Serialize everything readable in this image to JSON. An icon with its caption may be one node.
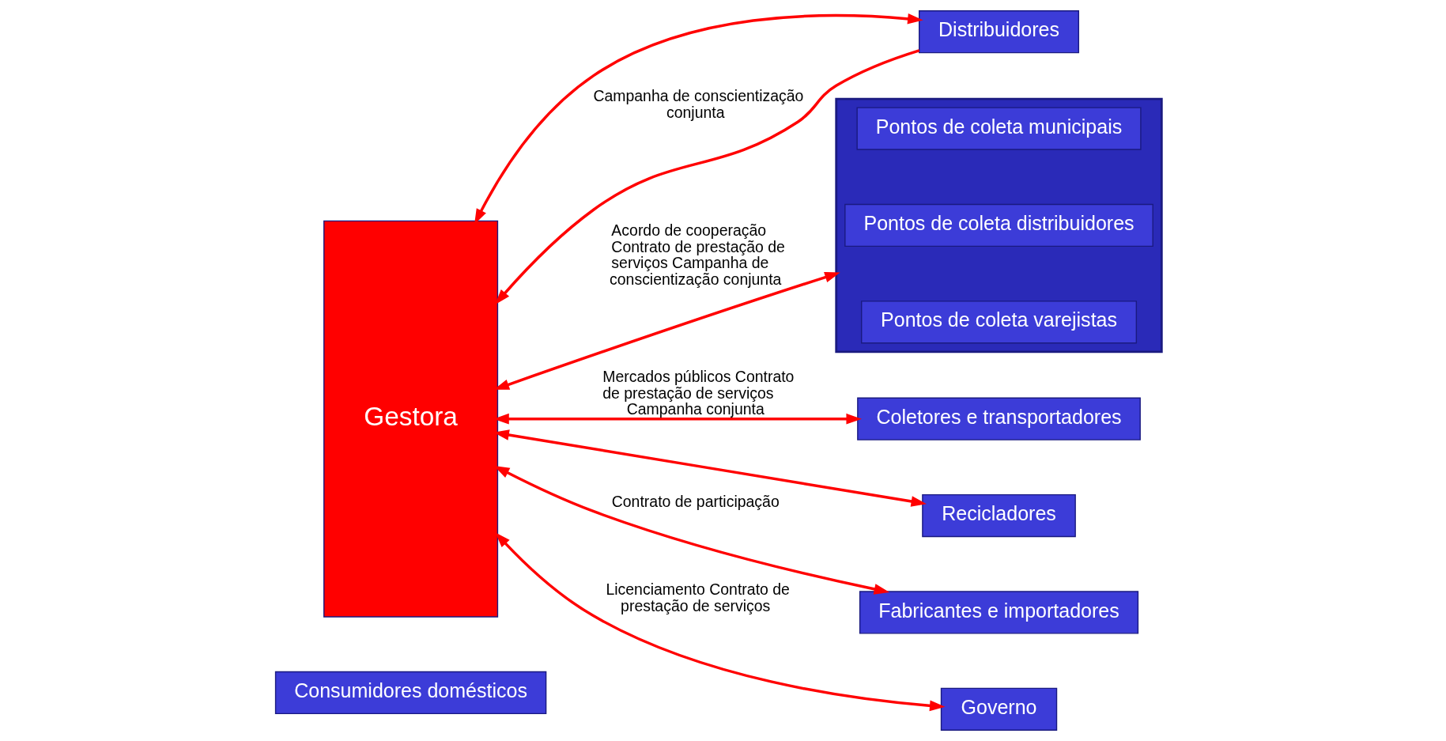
{
  "diagram": {
    "nodes": [
      {
        "text": [
          "Consumidores domésticos"
        ]
      },
      {
        "text": [],
        "shape": "box"
      },
      {
        "text": [
          "Pontos de coleta municipais"
        ],
        "in": 1
      },
      {
        "text": [
          "Pontos de coleta distribuidores"
        ],
        "in": 1
      },
      {
        "text": [
          "Pontos de coleta varejistas"
        ],
        "in": 1
      },
      {
        "text": [
          "Coletores e transportadores"
        ]
      },
      {
        "text": [
          "Distribuidores"
        ]
      },
      {
        "text": [
          "Gestora"
        ]
      },
      {
        "text": [
          "Recicladores"
        ]
      },
      {
        "text": [
          "Fabricantes e importadores"
        ]
      },
      {
        "text": [
          "Governo"
        ]
      }
    ],
    "edges": [
      {
        "from": 7,
        "to": 1,
        "arrow": "both",
        "label": "Acordo de cooperação Contrato de prestação de serviços Campanha de conscientização conjunta"
      },
      {
        "from": 7,
        "to": 6,
        "arrow": "both"
      },
      {
        "from": 6,
        "to": 7,
        "arrow": "to",
        "label": "Campanha de conscientização conjunta"
      },
      {
        "from": 7,
        "to": 9,
        "arrow": "both",
        "label": "Contrato de participação"
      },
      {
        "from": 7,
        "to": 5,
        "arrow": "both",
        "label": "Mercados públicos Contrato de prestação de serviços Campanha conjunta"
      },
      {
        "from": 7,
        "to": 8,
        "arrow": "both"
      },
      {
        "from": 7,
        "to": 10,
        "arrow": "both",
        "label": "Licenciamento Contrato de prestação de serviços"
      }
    ]
  }
}
